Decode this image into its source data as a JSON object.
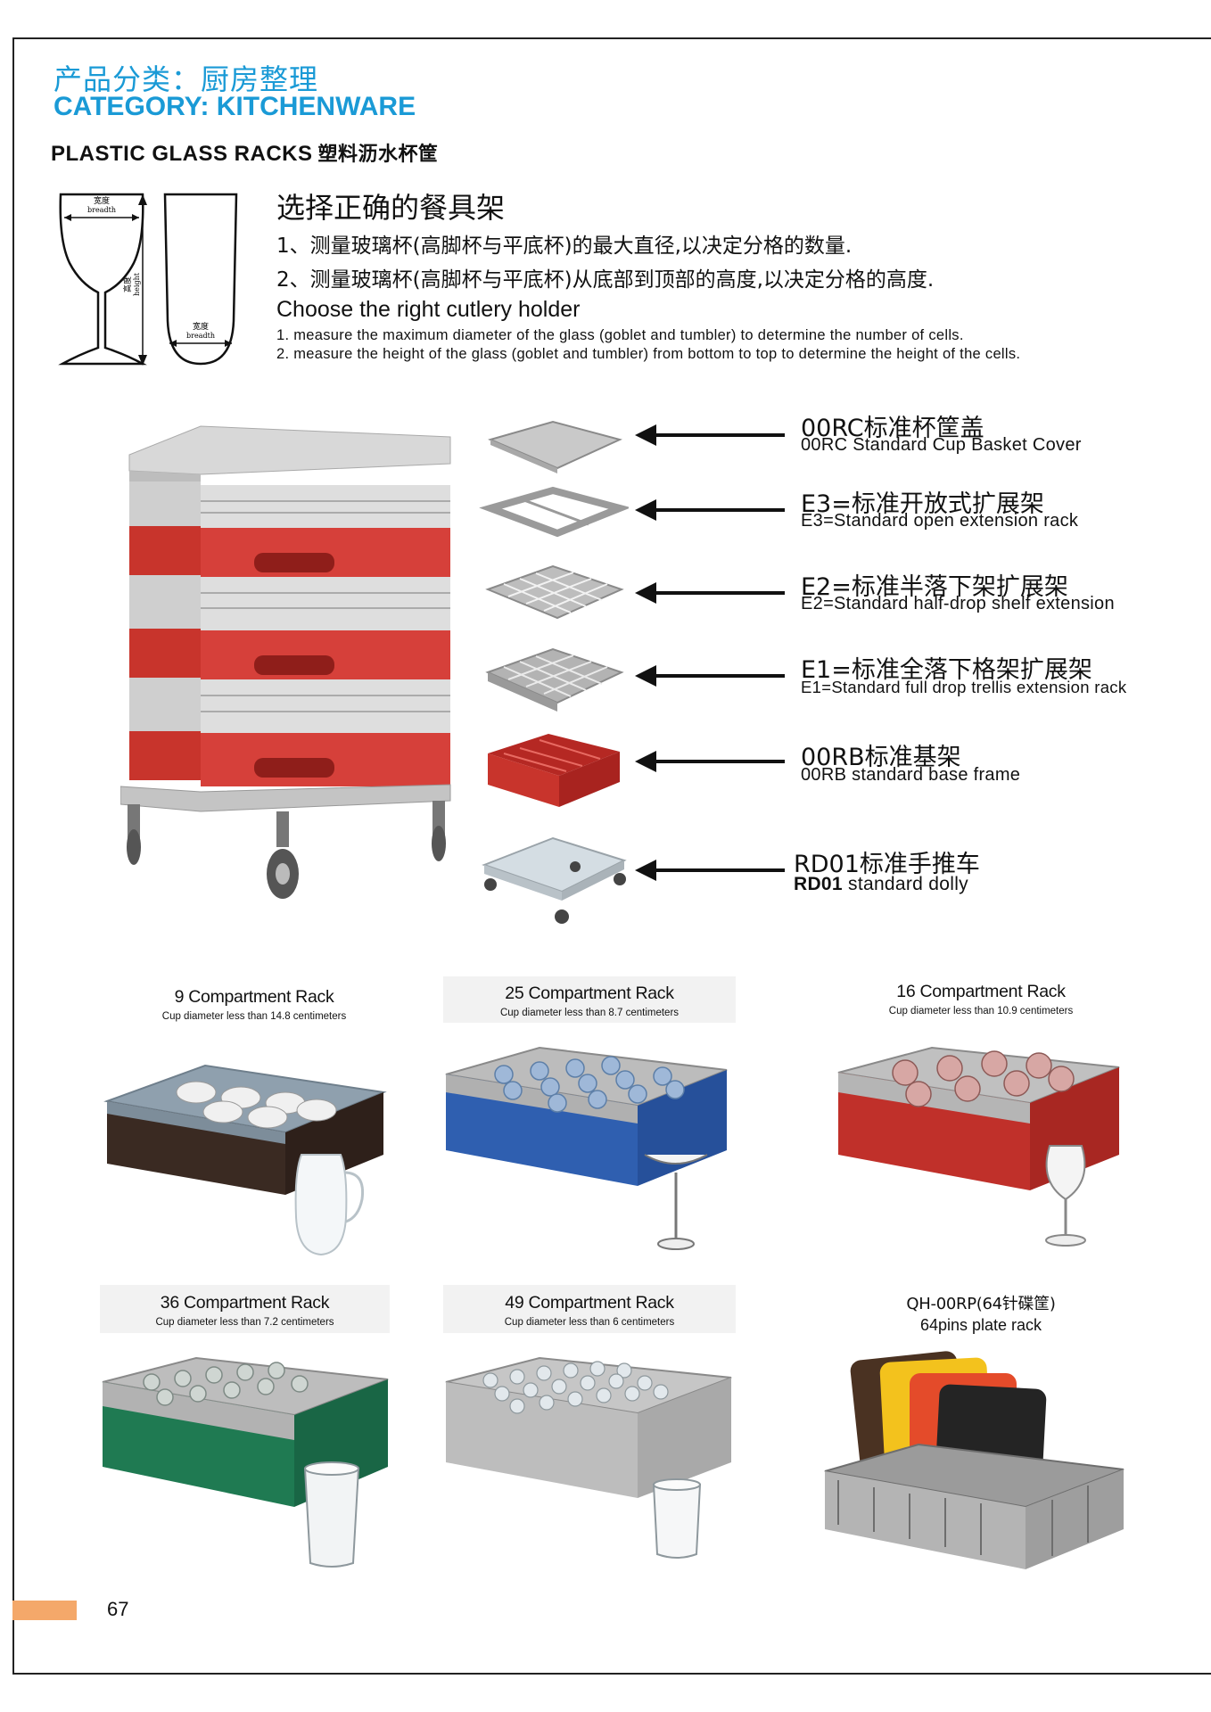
{
  "header": {
    "category_cn": "产品分类：厨房整理",
    "category_en": "CATEGORY: KITCHENWARE",
    "section_en": "PLASTIC GLASS RACKS",
    "section_cn": "塑料沥水杯筐"
  },
  "glass_diagram": {
    "breadth_cn": "宽度",
    "breadth_en": "breadth",
    "height_cn": "高度",
    "height_en": "height"
  },
  "intro": {
    "title_cn": "选择正确的餐具架",
    "line1_cn": "1、测量玻璃杯(高脚杯与平底杯)的最大直径,以决定分格的数量.",
    "line2_cn": "2、测量玻璃杯(高脚杯与平底杯)从底部到顶部的高度,以决定分格的高度.",
    "title_en": "Choose the right cutlery holder",
    "line1_en": "1. measure the maximum diameter of the glass (goblet and tumbler) to determine the number of cells.",
    "line2_en": "2. measure the height of the glass (goblet and tumbler) from bottom to top to determine the height of the cells."
  },
  "components": [
    {
      "cn": "00RC标准杯筐盖",
      "en": "00RC Standard Cup Basket Cover"
    },
    {
      "cn": "E3=标准开放式扩展架",
      "en": "E3=Standard open extension rack"
    },
    {
      "cn": "E2=标准半落下架扩展架",
      "en": "E2=Standard half-drop shelf extension"
    },
    {
      "cn": "E1=标准全落下格架扩展架",
      "en": "E1=Standard full drop trellis extension rack"
    },
    {
      "cn": "00RB标准基架",
      "en": "00RB standard base frame"
    },
    {
      "cn": "RD01标准手推车",
      "en_bold": "RD01",
      "en": " standard dolly"
    }
  ],
  "racks": [
    {
      "title": "9 Compartment Rack",
      "sub": "Cup diameter less than 14.8 centimeters"
    },
    {
      "title": "25 Compartment Rack",
      "sub": "Cup diameter less than 8.7 centimeters"
    },
    {
      "title": "16 Compartment Rack",
      "sub": "Cup diameter less than 10.9 centimeters"
    },
    {
      "title": "36 Compartment Rack",
      "sub": "Cup diameter less than 7.2 centimeters"
    },
    {
      "title": "49 Compartment Rack",
      "sub": "Cup diameter less than 6 centimeters"
    },
    {
      "title": "QH-00RP(64针碟筐)",
      "sub": "64pins plate rack"
    }
  ],
  "colors": {
    "accent": "#1a9ad6",
    "page_tab": "#f4a86a",
    "rack_red": "#c0302a",
    "rack_grey": "#c8c8c8",
    "rack_brown": "#3a2a22",
    "rack_blue": "#2f5fb0",
    "rack_green": "#1f7a52"
  },
  "footer": {
    "page_number": "67"
  }
}
